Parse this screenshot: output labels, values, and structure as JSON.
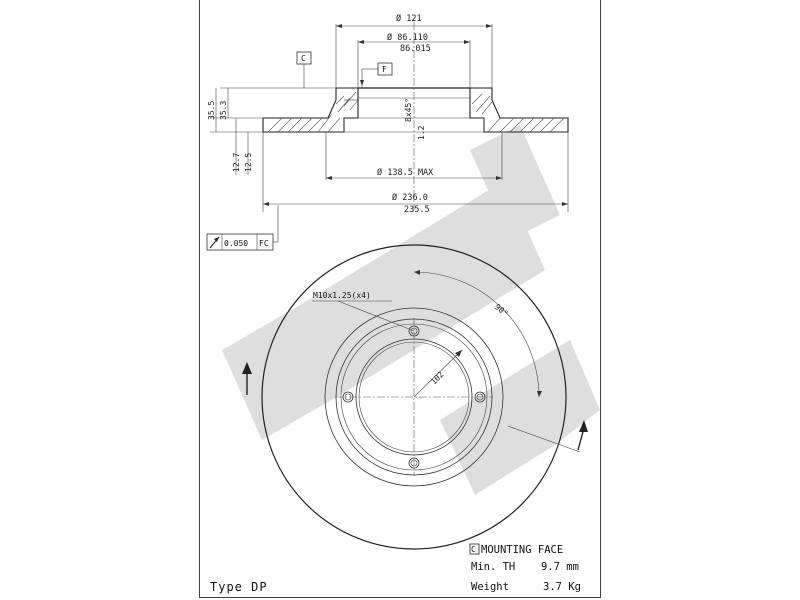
{
  "drawing": {
    "dims": {
      "d_outer_top": "Ø 121",
      "d_hub_1": "Ø 86.110",
      "d_hub_2": "86.015",
      "d_hat_max": "Ø 138.5 MAX",
      "d_disc_1": "Ø 236.0",
      "d_disc_2": "235.5",
      "h_total_1": "35.5",
      "h_total_2": "35.3",
      "th_1": "12.7",
      "th_2": "12.5",
      "chamfer": "8x45°",
      "chamfer_depth": "1.2",
      "thread": "M10x1.25(x4)",
      "pcd": "102",
      "angle": "90°"
    },
    "datum_c": "C",
    "datum_f": "F",
    "tolerance": {
      "value": "0.050",
      "ref": "FC"
    },
    "legend": {
      "mounting_label": "C",
      "mounting_text": "MOUNTING FACE",
      "min_th_label": "Min. TH",
      "min_th_value": "9.7 mm",
      "weight_label": "Weight",
      "weight_value": "3.7 Kg"
    },
    "type_label": "Type DP",
    "colors": {
      "watermark": "#d9d9d9",
      "line": "#333333"
    }
  }
}
